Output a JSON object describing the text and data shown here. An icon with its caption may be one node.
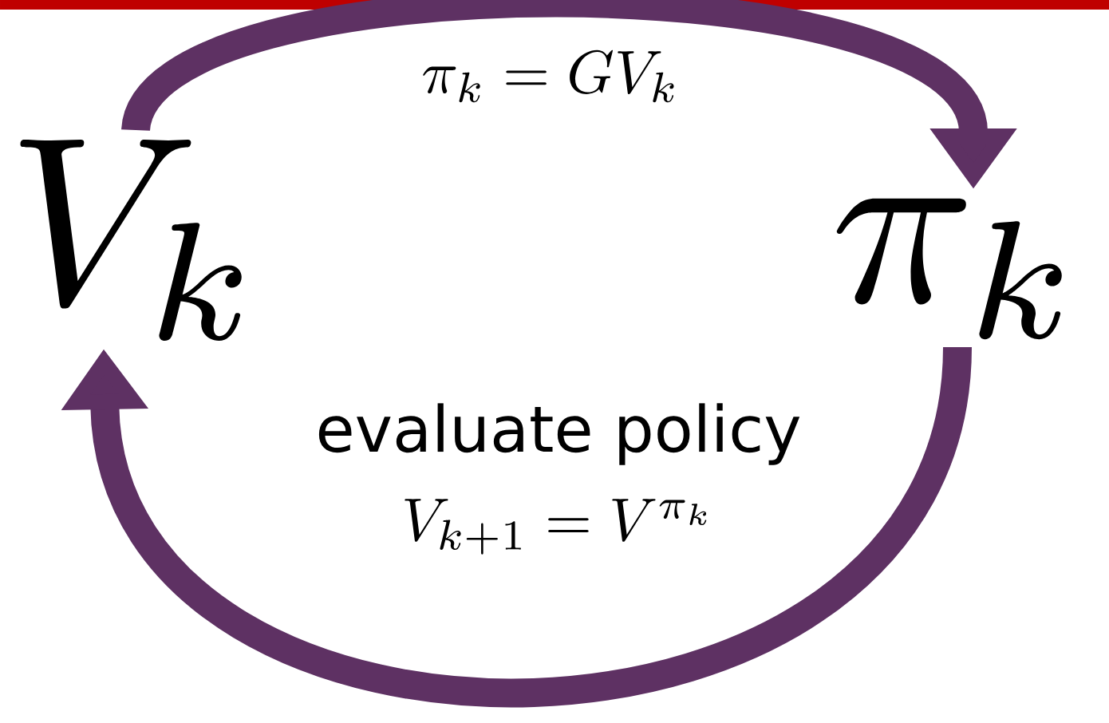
{
  "diagram": {
    "nodes": [
      {
        "text": [
          "V_k"
        ]
      },
      {
        "text": [
          "\\pi_k"
        ]
      }
    ],
    "edges": [
      {
        "from": 0,
        "to": 1,
        "arrow": "to",
        "label": "\\pi_k = GV_k"
      },
      {
        "from": 1,
        "to": 0,
        "arrow": "to",
        "label": "evaluate policy"
      }
    ],
    "labels": [
      "V_{k+1} = V^{\\pi_k}"
    ]
  }
}
